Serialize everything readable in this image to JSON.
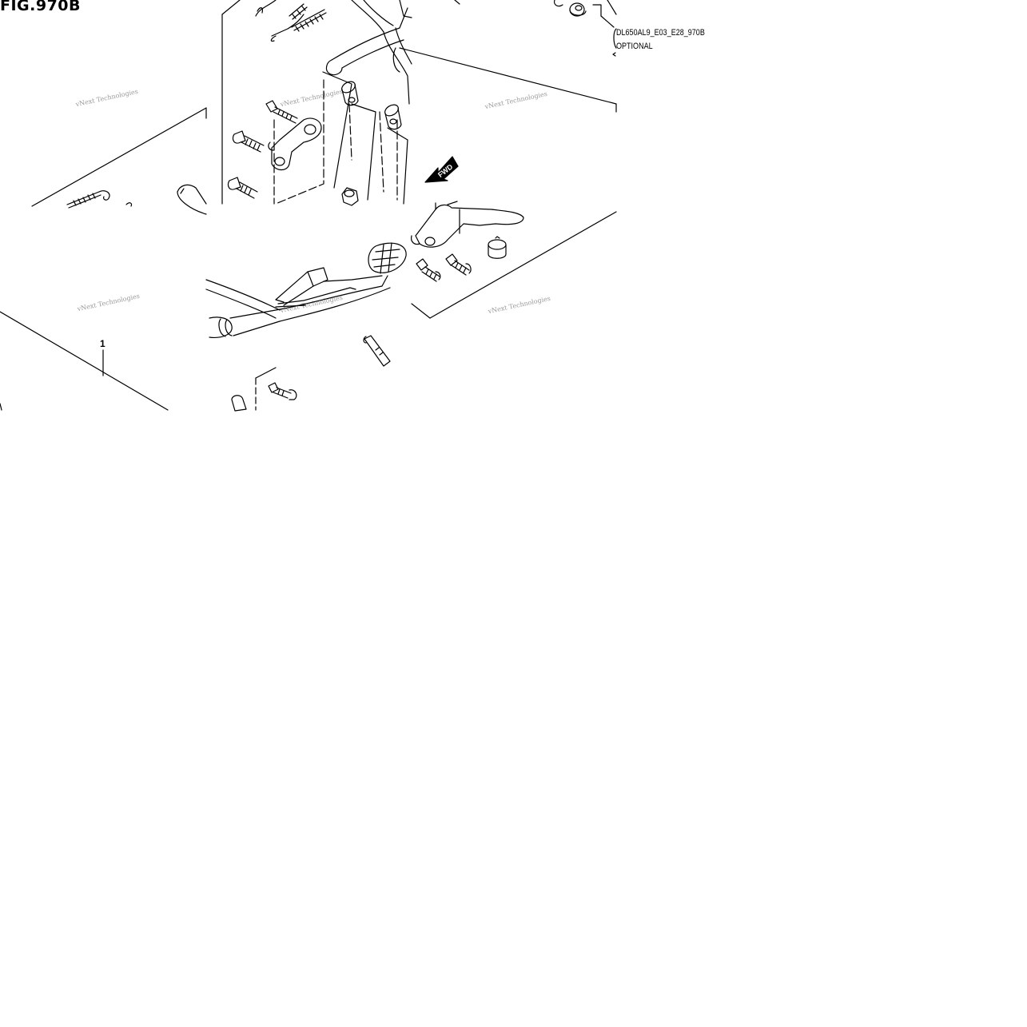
{
  "figure": {
    "title": "FIG.970B",
    "code": "DL650AL9_E03_E28_970B",
    "note": "OPTIONAL",
    "callouts": [
      {
        "label": "1"
      }
    ],
    "fwd_label": "FWD"
  },
  "watermark": {
    "text": "vNext Technologies"
  },
  "colors": {
    "line": "#000000",
    "background": "#ffffff",
    "watermark": "#9a9a9a"
  }
}
